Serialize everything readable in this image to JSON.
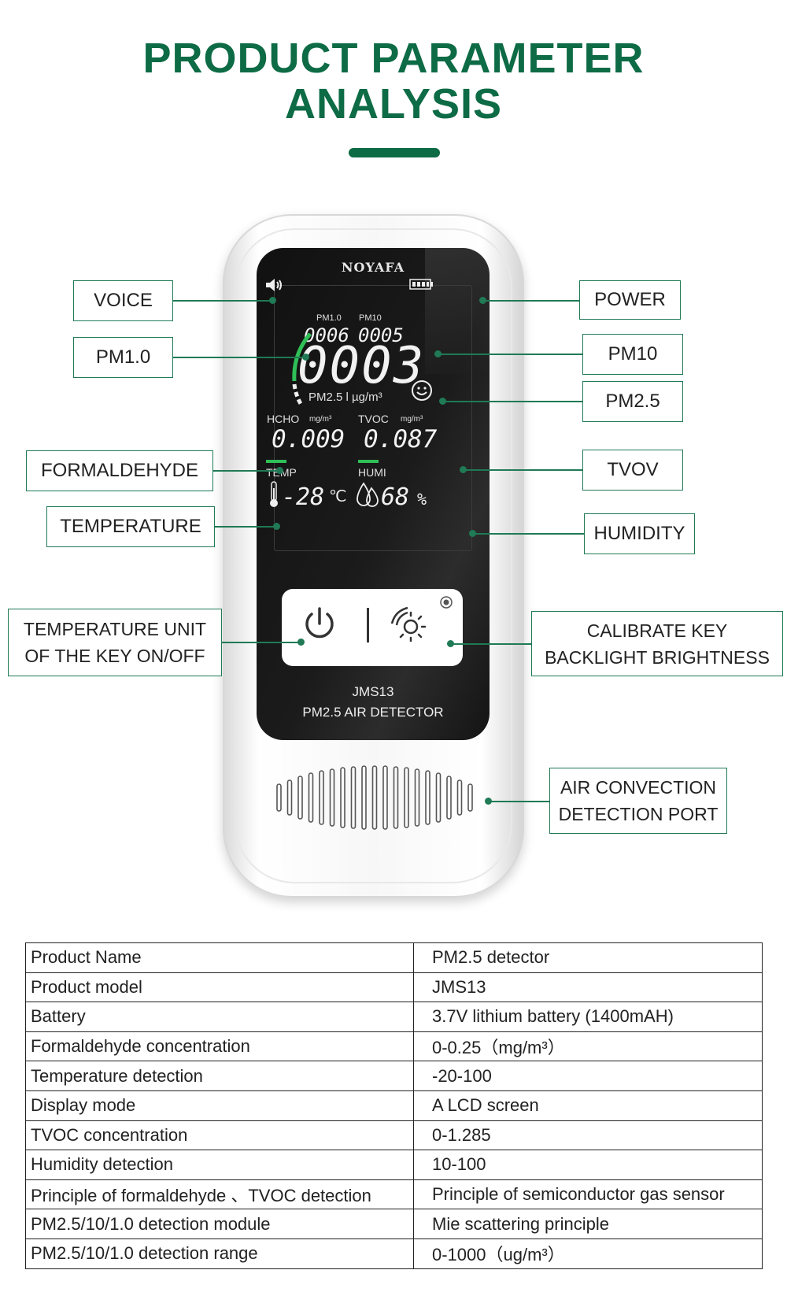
{
  "header": {
    "title_line1": "PRODUCT PARAMETER",
    "title_line2": "ANALYSIS"
  },
  "device": {
    "brand": "NOYAFA",
    "lcd": {
      "pm1_label": "PM1.0",
      "pm1_value": "0006",
      "pm10_label": "PM10",
      "pm10_value": "0005",
      "pm25_value": "0003",
      "pm25_unit": "PM2.5 l µg/m³",
      "hcho_label": "HCHO",
      "hcho_unit": "mg/m³",
      "hcho_value": "0.009",
      "tvoc_label": "TVOC",
      "tvoc_unit": "mg/m³",
      "tvoc_value": "0.087",
      "temp_label": "TEMP",
      "temp_value": "-28",
      "temp_unit": "℃",
      "humi_label": "HUMI",
      "humi_value": "68",
      "humi_unit": "%"
    },
    "model_line1": "JMS13",
    "model_line2": "PM2.5 AIR DETECTOR"
  },
  "callouts": {
    "voice": "VOICE",
    "pm10_left": "PM1.0",
    "formaldehyde": "FORMALDEHYDE",
    "temperature": "TEMPERATURE",
    "temp_unit_line1": "TEMPERATURE UNIT",
    "temp_unit_line2": "OF THE KEY ON/OFF",
    "power": "POWER",
    "pm10": "PM10",
    "pm25": "PM2.5",
    "tvov": "TVOV",
    "humidity": "HUMIDITY",
    "calibrate_line1": "CALIBRATE KEY",
    "calibrate_line2": "BACKLIGHT BRIGHTNESS",
    "air_line1": "AIR CONVECTION",
    "air_line2": "DETECTION PORT"
  },
  "specs": [
    {
      "key": "Product Name",
      "value": "PM2.5 detector"
    },
    {
      "key": "Product model",
      "value": "JMS13"
    },
    {
      "key": "Battery",
      "value": "3.7V lithium battery (1400mAH)"
    },
    {
      "key": "Formaldehyde concentration",
      "value": "0-0.25（mg/m³）"
    },
    {
      "key": "Temperature detection",
      "value": "-20-100"
    },
    {
      "key": "Display mode",
      "value": "A LCD screen"
    },
    {
      "key": "TVOC concentration",
      "value": "0-1.285"
    },
    {
      "key": "Humidity detection",
      "value": "10-100"
    },
    {
      "key": "Principle of formaldehyde 、TVOC detection",
      "value": "Principle of semiconductor gas sensor"
    },
    {
      "key": "PM2.5/10/1.0 detection module",
      "value": "Mie scattering principle"
    },
    {
      "key": "PM2.5/10/1.0 detection range",
      "value": "0-1000（ug/m³）"
    }
  ],
  "colors": {
    "accent": "#0d6b45",
    "lcd_green": "#2fbf57",
    "panel": "#151515"
  }
}
